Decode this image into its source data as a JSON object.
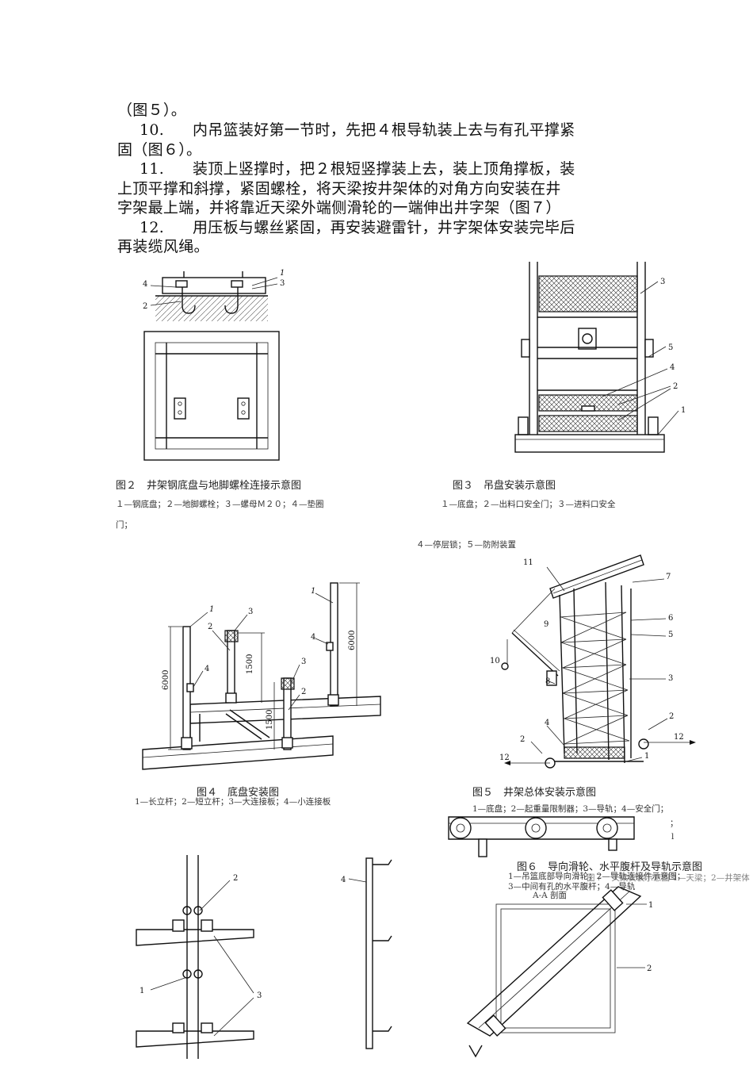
{
  "body_text": {
    "line1": "（图５）。",
    "step10_num": "10.",
    "step10_a": "内吊篮装好第一节时，先把４根导轨装上去与有孔平撑紧",
    "step10_b": "固（图６）。",
    "step11_num": "11.",
    "step11_a": "装顶上竖撑时，把２根短竖撑装上去，装上顶角撑板，装",
    "step11_b": "上顶平撑和斜撑，紧固螺栓，将天梁按井架体的对角方向安装在井",
    "step11_c": "字架最上端，并将靠近天梁外端侧滑轮的一端伸出井字架（图７）",
    "step12_num": "12.",
    "step12_a": "用压板与螺丝紧固，再安装避雷针，井字架体安装完毕后",
    "step12_b": "再装缆风绳。"
  },
  "figures": {
    "fig2": {
      "caption": "图２　井架钢底盘与地脚螺栓连接示意图",
      "legend_a": "１—钢底盘；２—地脚螺栓；３—螺母Ｍ２０；４—垫圈",
      "legend_b": "门；",
      "labels": [
        "1",
        "2",
        "3",
        "4"
      ]
    },
    "fig3": {
      "caption": "图３　吊盘安装示意图",
      "legend_a": "１—底盘；２—出料口安全门；３—进料口安全",
      "legend_b": "４—停层锁；５—防附装置",
      "labels": [
        "1",
        "2",
        "3",
        "4",
        "5"
      ]
    },
    "fig4": {
      "caption": "图４　底盘安装图",
      "legend": "1—长立杆；2—短立杆；3—大连接板；4—小连接板",
      "dims": [
        "6000",
        "1500",
        "1500",
        "6000"
      ],
      "labels": [
        "1",
        "2",
        "3",
        "4"
      ]
    },
    "fig5": {
      "caption": "图５　井架总体安装示意图",
      "legend": "1—底盘；2—起重量限制器；3—导轨；4—安全门；",
      "extra_a": "；",
      "extra_b": "l",
      "labels": [
        "1",
        "2",
        "3",
        "4",
        "5",
        "6",
        "7",
        "8",
        "9",
        "10",
        "11",
        "12"
      ]
    },
    "fig6": {
      "caption": "图６　导向滑轮、水平腹杆及导轨示意图",
      "legend_a": "1—吊篮底部导向滑轮；2—导轨连接件示意图；",
      "legend_b": "3—中间有孔的水平腹杆；4—导轨",
      "overlap": "图７　天梁安装示意图 1—天梁；2—井架体",
      "section": "A-A 剖面",
      "labels": [
        "1",
        "2",
        "3",
        "4"
      ]
    }
  }
}
